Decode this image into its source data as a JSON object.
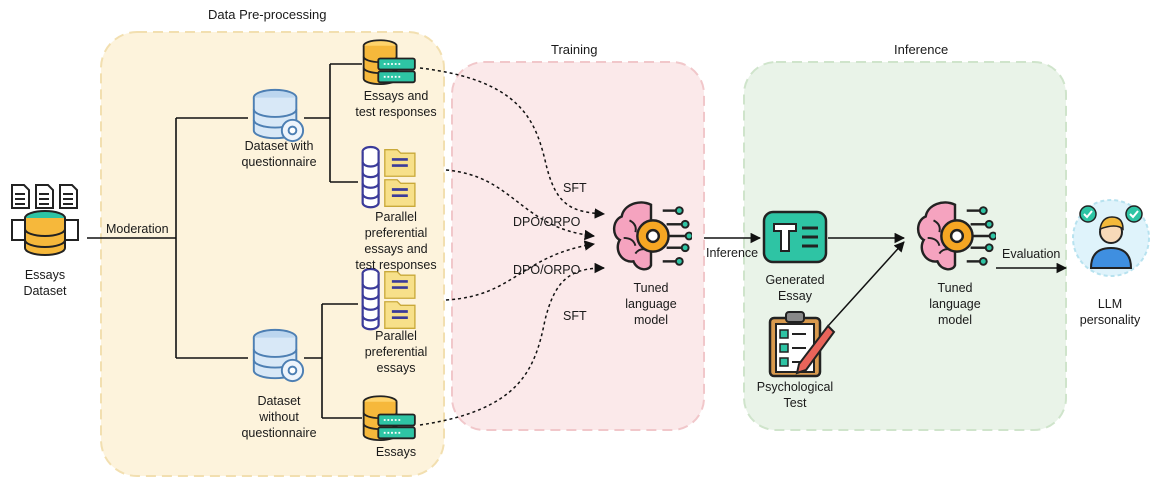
{
  "sections": {
    "preprocessing": "Data Pre-processing",
    "training": "Training",
    "inference": "Inference"
  },
  "source": {
    "line1": "Essays",
    "line2": "Dataset"
  },
  "edges": {
    "moderation": "Moderation",
    "sft_top": "SFT",
    "dpo_top": "DPO/ORPO",
    "dpo_bottom": "DPO/ORPO",
    "sft_bottom": "SFT",
    "inference": "Inference",
    "evaluation": "Evaluation"
  },
  "datasets": {
    "with_questionnaire": {
      "line1": "Dataset with",
      "line2": "questionnaire"
    },
    "without_questionnaire": {
      "line1": "Dataset",
      "line2": "without",
      "line3": "questionnaire"
    }
  },
  "outputs": {
    "essays_test": {
      "line1": "Essays  and",
      "line2": "test responses"
    },
    "parallel_test": {
      "line1": "Parallel",
      "line2": "preferential",
      "line3": "essays and",
      "line4": "test responses"
    },
    "parallel_essays": {
      "line1": "Parallel",
      "line2": "preferential",
      "line3": "essays"
    },
    "essays": {
      "line1": "Essays"
    }
  },
  "model_train": {
    "line1": "Tuned",
    "line2": "language",
    "line3": "model"
  },
  "generated": {
    "line1": "Generated",
    "line2": "Essay"
  },
  "psych": {
    "line1": "Psychological",
    "line2": "Test"
  },
  "model_infer": {
    "line1": "Tuned",
    "line2": "language",
    "line3": "model"
  },
  "personality": {
    "line1": "LLM",
    "line2": "personality"
  },
  "icons": {
    "source": "document-database-icon",
    "dataset": "database-gear-icon",
    "yellow_db": "server-database-icon",
    "parallel": "parallel-documents-icon",
    "brain": "brain-gear-icon",
    "generated": "text-document-icon",
    "clipboard": "clipboard-checklist-icon",
    "person": "person-approval-icon"
  },
  "colors": {
    "preprocess_bg": "#fdf3dc",
    "training_bg": "#fbe9ea",
    "inference_bg": "#e9f3e8",
    "brain": "#f5a3bf",
    "gear": "#f5a623",
    "teal": "#2ec4a4",
    "db_blue": "#9fc3e7"
  }
}
